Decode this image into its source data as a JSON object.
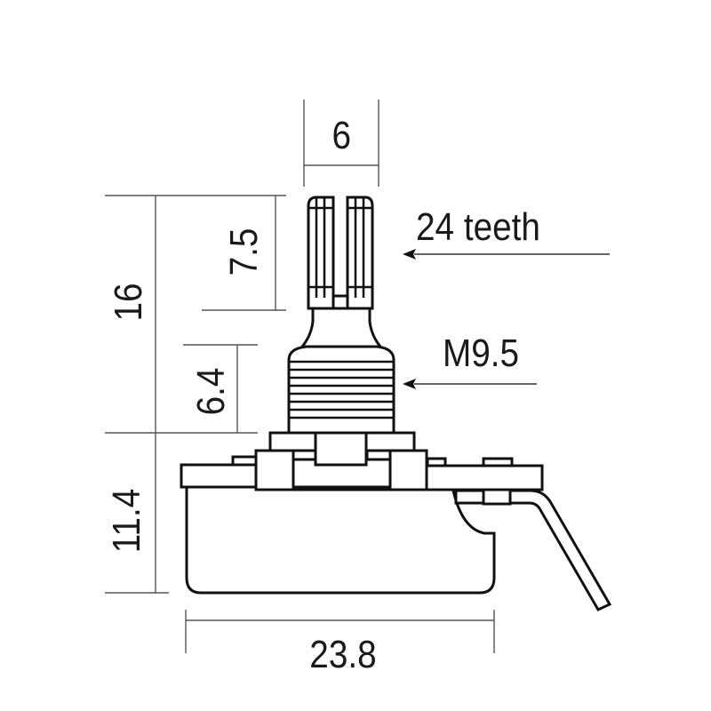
{
  "diagram": {
    "subject": "potentiometer",
    "units": "mm",
    "colors": {
      "line": "#111111",
      "dimension_line": "#555555",
      "text": "#1a1a1a",
      "background": "#ffffff"
    },
    "dimensions": {
      "shaft_diameter": "6",
      "knurl_height": "7.5",
      "total_shaft_height": "16",
      "bushing_height": "6.4",
      "body_height": "11.4",
      "body_width": "23.8"
    },
    "callouts": {
      "shaft_spline": "24 teeth",
      "bushing_thread": "M9.5"
    }
  }
}
